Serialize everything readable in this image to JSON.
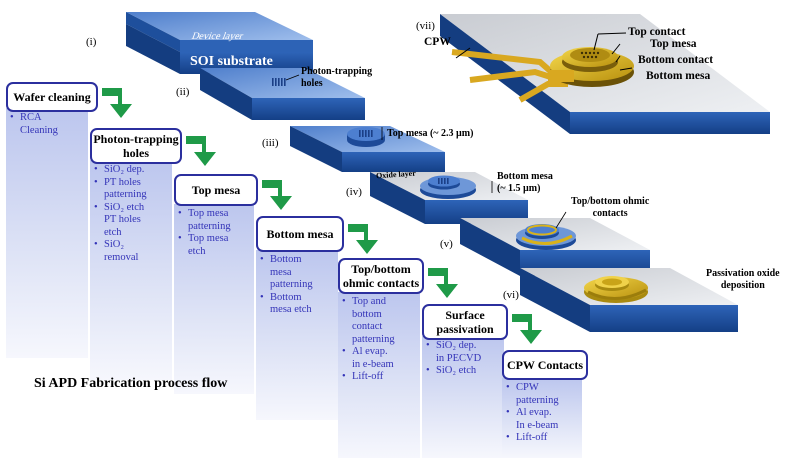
{
  "colors": {
    "box_border": "#2b2f9e",
    "bullet_text": "#3434b8",
    "arrow": "#1f9a48",
    "slab_top": "#7ea6e0",
    "slab_side": "#214f9e",
    "gold": "#d9b21a"
  },
  "diagram_title": "Si APD Fabrication process flow",
  "steps": [
    {
      "title": "Wafer cleaning",
      "bullets": [
        "RCA\nCleaning"
      ]
    },
    {
      "title": "Photon-trapping\nholes",
      "bullets": [
        "SiO₂ dep.",
        "PT holes\npatterning",
        "SiO₂ etch\nPT holes\netch",
        "SiO₂\nremoval"
      ]
    },
    {
      "title": "Top mesa",
      "bullets": [
        "Top mesa\npatterning",
        "Top mesa\netch"
      ]
    },
    {
      "title": "Bottom mesa",
      "bullets": [
        "Bottom\nmesa\npatterning",
        "Bottom\nmesa etch"
      ]
    },
    {
      "title": "Top/bottom\nohmic contacts",
      "bullets": [
        "Top and\nbottom\ncontact\npatterning",
        "Al evap.\nin e-beam",
        "Lift-off"
      ]
    },
    {
      "title": "Surface\npassivation",
      "bullets": [
        "SiO₂ dep.\nin PECVD",
        "SiO₂ etch"
      ]
    },
    {
      "title": "CPW Contacts",
      "bullets": [
        "CPW\npatterning",
        "Al evap.\nIn e-beam",
        "Lift-off"
      ]
    }
  ],
  "stages": {
    "i": {
      "roman": "(i)",
      "device_layer": "Device layer",
      "substrate": "SOI substrate"
    },
    "ii": {
      "roman": "(ii)",
      "label": "Photon-trapping\nholes"
    },
    "iii": {
      "roman": "(iii)",
      "label": "Top mesa (~ 2.3 µm)"
    },
    "iv": {
      "roman": "(iv)",
      "oxide": "Oxide layer",
      "label": "Bottom mesa\n(~ 1.5 µm)"
    },
    "v": {
      "roman": "(v)",
      "label": "Top/bottom ohmic\ncontacts"
    },
    "vi": {
      "roman": "(vi)",
      "label": "Passivation oxide\ndeposition"
    },
    "vii": {
      "roman": "(vii)",
      "cpw": "CPW",
      "top_contact": "Top contact",
      "top_mesa": "Top mesa",
      "bottom_contact": "Bottom contact",
      "bottom_mesa": "Bottom mesa"
    }
  }
}
